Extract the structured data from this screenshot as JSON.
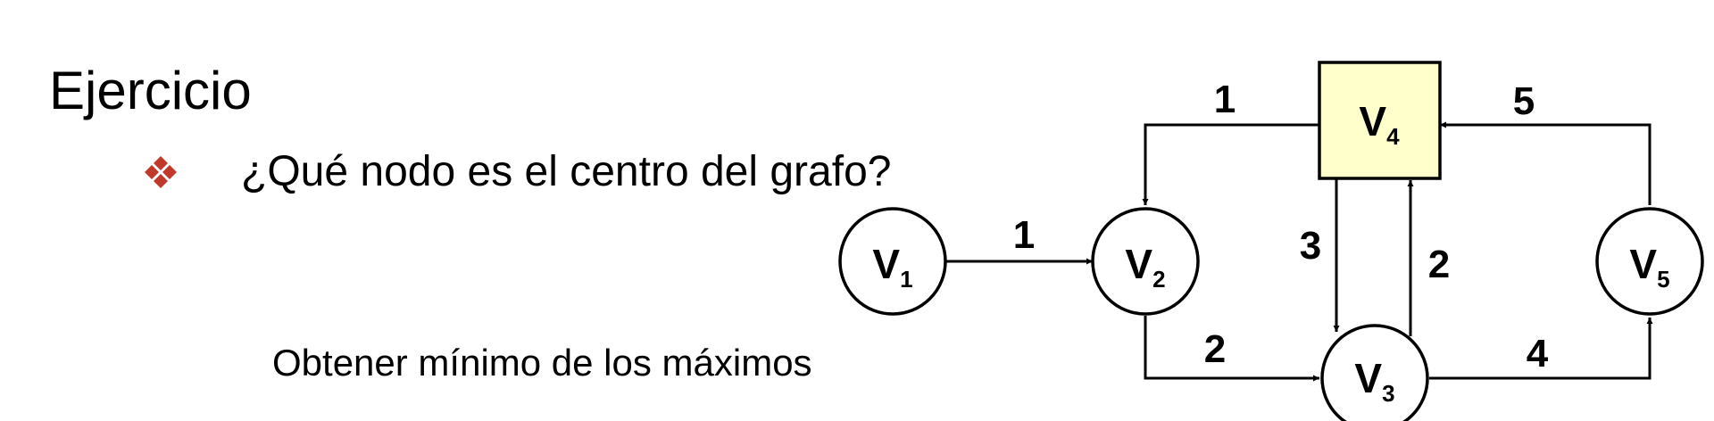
{
  "slide": {
    "title": "Ejercicio",
    "question": "¿Qué nodo es el centro del grafo?",
    "hint": "Obtener mínimo de los máximos",
    "bullet_icon": "diamond-cluster-icon",
    "bullet_color": "#C0392B"
  },
  "graph": {
    "highlight_fill": "#FFFFCC",
    "nodes": {
      "v1": {
        "letter": "V",
        "sub": "1"
      },
      "v2": {
        "letter": "V",
        "sub": "2"
      },
      "v3": {
        "letter": "V",
        "sub": "3"
      },
      "v4": {
        "letter": "V",
        "sub": "4"
      },
      "v5": {
        "letter": "V",
        "sub": "5"
      }
    },
    "edges": {
      "v1_v2": {
        "from": "V1",
        "to": "V2",
        "weight": "1"
      },
      "v4_v2": {
        "from": "V4",
        "to": "V2",
        "weight": "1"
      },
      "v2_v3": {
        "from": "V2",
        "to": "V3",
        "weight": "2"
      },
      "v4_v3": {
        "from": "V4",
        "to": "V3",
        "weight": "3"
      },
      "v3_v4": {
        "from": "V3",
        "to": "V4",
        "weight": "2"
      },
      "v3_v5": {
        "from": "V3",
        "to": "V5",
        "weight": "4"
      },
      "v5_v4": {
        "from": "V5",
        "to": "V4",
        "weight": "5"
      }
    }
  }
}
